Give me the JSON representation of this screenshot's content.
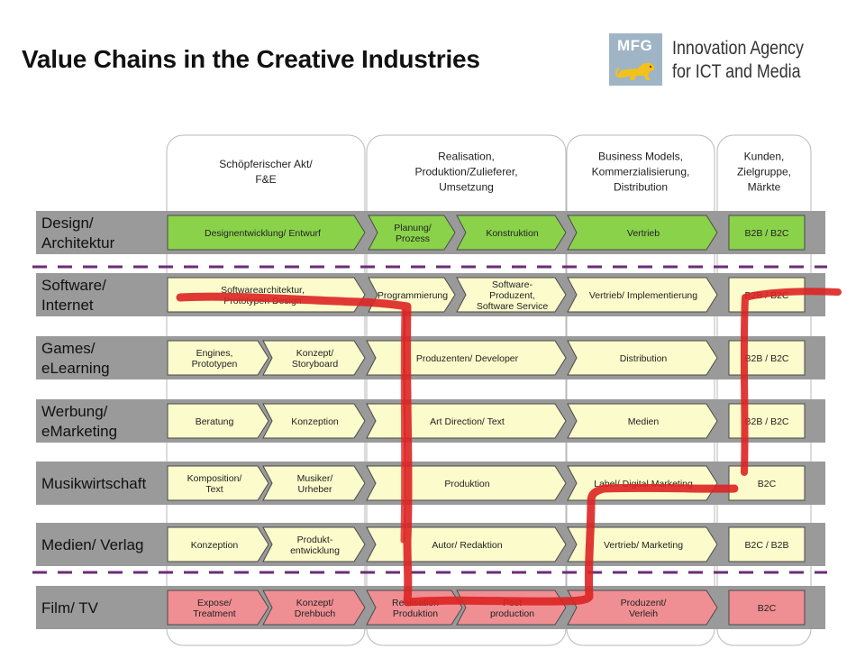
{
  "slide": {
    "title": "Value Chains in the Creative Industries"
  },
  "logo": {
    "badge": "MFG",
    "line1": "Innovation Agency",
    "line2": "for ICT and Media",
    "icon": "lion-icon"
  },
  "colors": {
    "green": "#8ad24a",
    "yellow": "#fbfbcb",
    "pink": "#ef8f93",
    "rowBand": "#9a9a9a",
    "divider": "#6a2e74",
    "redMark": "#dd2424"
  },
  "columns": [
    {
      "lines": [
        "Schöpferischer Akt/",
        "F&E"
      ]
    },
    {
      "lines": [
        "Realisation,",
        "Produktion/Zulieferer,",
        "Umsetzung"
      ]
    },
    {
      "lines": [
        "Business Models,",
        "Kommerzialisierung,",
        "Distribution"
      ]
    },
    {
      "lines": [
        "Kunden,",
        "Zielgruppe,",
        "Märkte"
      ]
    }
  ],
  "rows": [
    {
      "label": [
        "Design/",
        "Architektur"
      ],
      "color": "green",
      "steps": [
        {
          "text": [
            "Designentwicklung/ Entwurf"
          ]
        },
        {
          "text": [
            "Planung/",
            "Prozess"
          ]
        },
        {
          "text": [
            "Konstruktion"
          ]
        },
        {
          "text": [
            "Vertrieb"
          ]
        }
      ],
      "market": "B2B / B2C"
    },
    {
      "label": [
        "Software/",
        "Internet"
      ],
      "color": "yellow",
      "steps": [
        {
          "text": [
            "Softwarearchitektur,",
            "Prototypen Design"
          ]
        },
        {
          "text": [
            "Programmierung"
          ]
        },
        {
          "text": [
            "Software-",
            "Produzent,",
            "Software Service"
          ]
        },
        {
          "text": [
            "Vertrieb/ Implementierung"
          ]
        }
      ],
      "market": "B2B / B2C"
    },
    {
      "label": [
        "Games/",
        "eLearning"
      ],
      "color": "yellow",
      "steps": [
        {
          "text": [
            "Engines,",
            "Prototypen"
          ]
        },
        {
          "text": [
            "Konzept/",
            "Storyboard"
          ]
        },
        {
          "text": [
            "Produzenten/ Developer"
          ]
        },
        {
          "text": [
            "Distribution"
          ]
        }
      ],
      "market": "B2B / B2C"
    },
    {
      "label": [
        "Werbung/",
        "eMarketing"
      ],
      "color": "yellow",
      "steps": [
        {
          "text": [
            "Beratung"
          ]
        },
        {
          "text": [
            "Konzeption"
          ]
        },
        {
          "text": [
            "Art Direction/ Text"
          ]
        },
        {
          "text": [
            "Medien"
          ]
        }
      ],
      "market": "B2B / B2C"
    },
    {
      "label": [
        "Musikwirtschaft"
      ],
      "color": "yellow",
      "steps": [
        {
          "text": [
            "Komposition/",
            "Text"
          ]
        },
        {
          "text": [
            "Musiker/",
            "Urheber"
          ]
        },
        {
          "text": [
            "Produktion"
          ]
        },
        {
          "text": [
            "Label/ Digital Marketing"
          ]
        }
      ],
      "market": "B2C"
    },
    {
      "label": [
        "Medien/ Verlag"
      ],
      "color": "yellow",
      "steps": [
        {
          "text": [
            "Konzeption"
          ]
        },
        {
          "text": [
            "Produkt-",
            "entwicklung"
          ]
        },
        {
          "text": [
            "Autor/ Redaktion"
          ]
        },
        {
          "text": [
            "Vertrieb/ Marketing"
          ]
        }
      ],
      "market": "B2C / B2B"
    },
    {
      "label": [
        "Film/ TV"
      ],
      "color": "pink",
      "steps": [
        {
          "text": [
            "Expose/",
            "Treatment"
          ]
        },
        {
          "text": [
            "Konzept/",
            "Drehbuch"
          ]
        },
        {
          "text": [
            "Realisation",
            "Produktion"
          ]
        },
        {
          "text": [
            "Post",
            "production"
          ]
        },
        {
          "text": [
            "Produzent/",
            "Verleih"
          ]
        }
      ],
      "market": "B2C"
    }
  ]
}
